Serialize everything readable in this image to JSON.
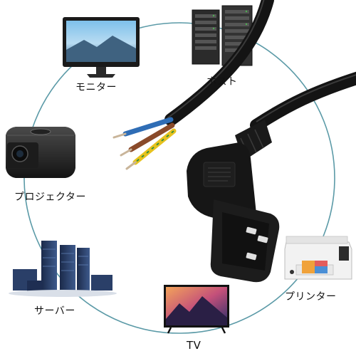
{
  "colors": {
    "ring": "#5b9aa7",
    "cable": "#141414",
    "wire_blue": "#2f6db5",
    "wire_brown": "#8a4a2a",
    "wire_yellow": "#e7c21e",
    "wire_green": "#3a8f3a",
    "copper": "#c9b59a"
  },
  "devices": [
    {
      "key": "monitor",
      "label": "モニター",
      "icon": "monitor-icon"
    },
    {
      "key": "host",
      "label": "ホスト",
      "icon": "server-rack-icon"
    },
    {
      "key": "projector",
      "label": "プロジェクター",
      "icon": "projector-icon"
    },
    {
      "key": "server",
      "label": "サーバー",
      "icon": "server-cluster-icon"
    },
    {
      "key": "tv",
      "label": "TV",
      "icon": "tv-icon"
    },
    {
      "key": "printer",
      "label": "プリンター",
      "icon": "printer-icon"
    }
  ],
  "product": {
    "connector": "angled-iec-c13-connector",
    "cable": "power-cable-with-stripped-wires"
  }
}
